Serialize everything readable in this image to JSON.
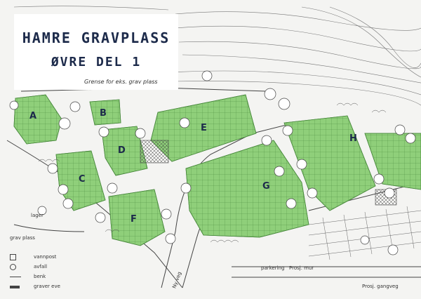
{
  "title": {
    "line1": "HAMRE GRAVPLASS",
    "line2": "ØVRE DEL 1"
  },
  "subtitle_note": "Grense for eks. grav plass",
  "sections": [
    {
      "id": "a",
      "label": "A"
    },
    {
      "id": "b",
      "label": "B"
    },
    {
      "id": "c",
      "label": "C"
    },
    {
      "id": "d",
      "label": "D"
    },
    {
      "id": "e",
      "label": "E"
    },
    {
      "id": "f",
      "label": "F"
    },
    {
      "id": "g",
      "label": "G"
    },
    {
      "id": "h",
      "label": "H"
    }
  ],
  "map_labels": {
    "lager": "lager",
    "gravplass": "grav plass",
    "parkering": "parkering",
    "road": "Prosj. gangveg",
    "mur": "Prosj. mur",
    "ny_veg": "Ny veg"
  },
  "legend": [
    {
      "symbol": "square",
      "text": "vannpost"
    },
    {
      "symbol": "circle",
      "text": "avfall"
    },
    {
      "symbol": "line",
      "text": "benk"
    },
    {
      "symbol": "bar",
      "text": "graver eve"
    }
  ],
  "colors": {
    "plot_green": "#8fcf7a",
    "plot_green_dark": "#6fb35f",
    "line": "#3a3a3a",
    "paper": "#f4f4f2"
  }
}
